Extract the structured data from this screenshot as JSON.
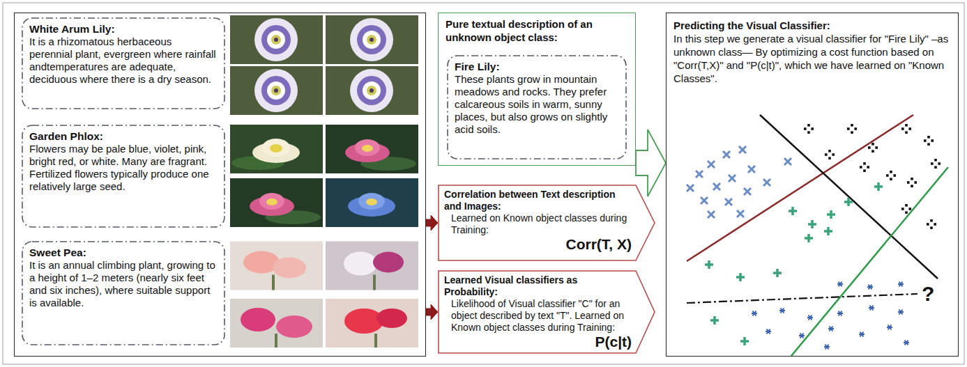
{
  "diagram": {
    "nodes": [
      {
        "text": []
      },
      {
        "text": [
          "White Arum Lily:",
          "It is a rhizomatous herbaceous perennial plant, evergreen where rainfall andtemperatures are adequate, deciduous where there is a dry season."
        ],
        "in": 0
      },
      {
        "text": [
          "Garden Phlox:",
          "Flowers may be pale blue, violet, pink, bright red, or white. Many are fragrant. Fertilized flowers typically produce one relatively large seed."
        ],
        "in": 0
      },
      {
        "text": [
          "Sweet Pea:",
          "It is an annual climbing plant, growing to a height of 1–2 meters (nearly six feet and six inches), where suitable support is available."
        ],
        "in": 0
      },
      {
        "text": [
          "Pure textual description of an unknown object class:"
        ]
      },
      {
        "text": [
          "Fire Lily:",
          "These plants grow in mountain meadows and rocks. They prefer calcareous soils in warm, sunny places, but also grows on slightly acid soils."
        ],
        "in": 4
      },
      {
        "text": [
          "Correlation between Text description and Images:",
          "Learned on Known object classes during Training:",
          "Corr(T, X)"
        ]
      },
      {
        "text": [
          "Learned Visual classifiers as Probability:",
          "Likelihood of Visual classifier \"C\" for an object described by text \"T\". Learned on Known object classes during Training:",
          "P(c|t)"
        ]
      },
      {
        "text": [
          "Predicting the Visual Classifier:",
          "In this step we generate a visual classifier for \"Fire Lily\" –as unknown class— By optimizing a cost function based on \"Corr(T,X)\" and \"P(c|t)\", which we have learned on \"Known Classes\"."
        ]
      }
    ],
    "edges": [
      {
        "from": 0,
        "to": 6,
        "arrow": "to"
      },
      {
        "from": 0,
        "to": 7,
        "arrow": "to"
      },
      {
        "from": 4,
        "to": 8,
        "arrow": "to"
      }
    ],
    "labels": [
      "?"
    ]
  }
}
